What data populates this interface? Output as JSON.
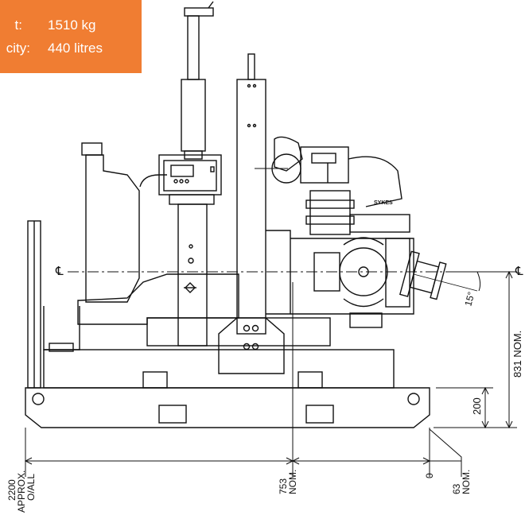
{
  "info_box": {
    "rows": [
      {
        "label": "t:",
        "value": "1510 kg"
      },
      {
        "label": "city:",
        "value": "440 litres"
      }
    ],
    "color": "#f07d32"
  },
  "drawing": {
    "centreline_symbol": "℄",
    "dimensions": {
      "overall_length": "2200",
      "overall_length_note": "APPROX.",
      "overall_length_note2": "O/ALL",
      "centre_offset": "753",
      "centre_offset_note": "NOM.",
      "datum": "0",
      "nozzle_offset": "63",
      "nozzle_offset_note": "NOM.",
      "skid_height": "200",
      "centre_height": "831 NOM.",
      "angle": "15°"
    },
    "brand_label": "SYKES"
  }
}
